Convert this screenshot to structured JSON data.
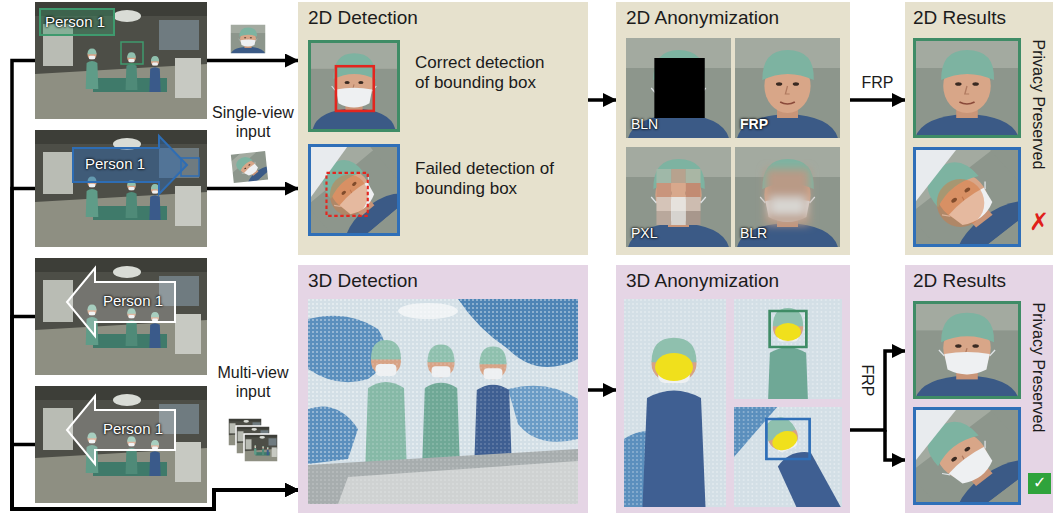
{
  "diagram": {
    "nodes": [
      {
        "text": [
          "Person 1"
        ]
      },
      {
        "text": [
          "Person 1"
        ]
      },
      {
        "text": [
          "Person 1"
        ]
      },
      {
        "text": [
          "Person 1"
        ]
      },
      {
        "text": [
          "2D Detection"
        ]
      },
      {
        "text": [
          "Correct detection of bounding box"
        ],
        "in": 4
      },
      {
        "text": [
          "Failed detection of bounding box"
        ],
        "in": 4
      },
      {
        "text": [
          "2D Anonymization"
        ]
      },
      {
        "text": [
          "BLN"
        ],
        "in": 7
      },
      {
        "text": [
          "FRP"
        ],
        "in": 7
      },
      {
        "text": [
          "PXL"
        ],
        "in": 7
      },
      {
        "text": [
          "BLR"
        ],
        "in": 7
      },
      {
        "text": [
          "2D Results",
          "Privacy Preserved"
        ]
      },
      {
        "text": [
          "3D Detection"
        ]
      },
      {
        "text": [
          "3D Anonymization"
        ]
      },
      {
        "text": [
          "2D Results",
          "Privacy Preserved"
        ]
      }
    ],
    "edges": [
      {
        "from": 0,
        "to": 4,
        "arrow": "to"
      },
      {
        "from": 1,
        "to": 4,
        "arrow": "to"
      },
      {
        "from": 0,
        "to": 13,
        "arrow": "to"
      },
      {
        "from": 1,
        "to": 13,
        "arrow": "to"
      },
      {
        "from": 2,
        "to": 13,
        "arrow": "to"
      },
      {
        "from": 3,
        "to": 13,
        "arrow": "to"
      },
      {
        "from": 4,
        "to": 7,
        "arrow": "to"
      },
      {
        "from": 7,
        "to": 12,
        "label": "FRP",
        "arrow": "to"
      },
      {
        "from": 13,
        "to": 14,
        "arrow": "to"
      },
      {
        "from": 14,
        "to": 15,
        "label": "FRP",
        "arrow": "to"
      }
    ],
    "labels": [
      "Single-view input",
      "✗",
      "Multi-view input",
      "✓"
    ]
  }
}
